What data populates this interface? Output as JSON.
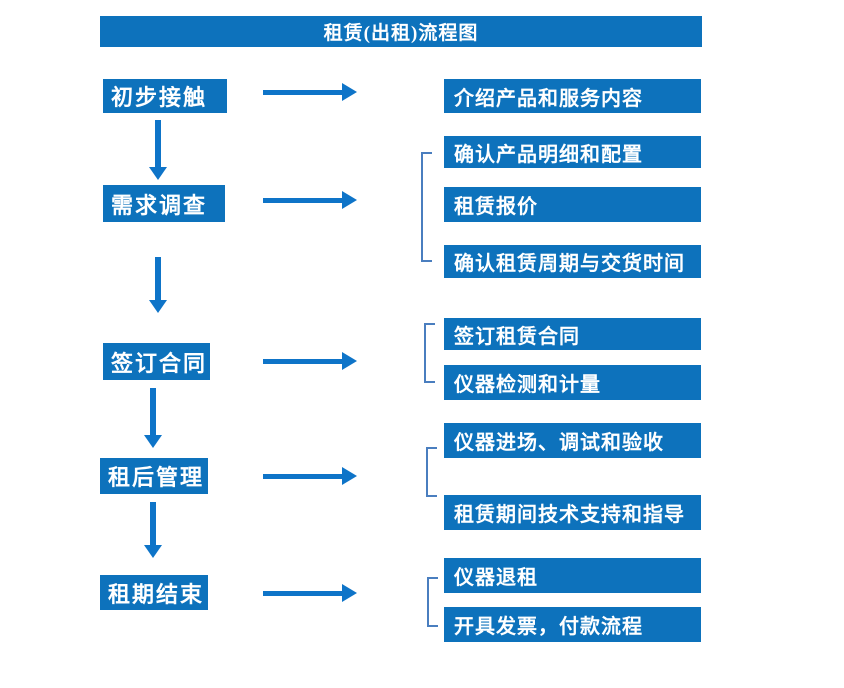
{
  "title": "租赁(出租)流程图",
  "colors": {
    "primary_blue": "#0d72bc",
    "arrow_blue": "#0e74c8",
    "bracket_blue": "#4a7ebf",
    "text_white": "#ffffff",
    "background": "#ffffff"
  },
  "flow": {
    "steps": [
      {
        "label": "初步接触",
        "details": [
          "介绍产品和服务内容"
        ]
      },
      {
        "label": "需求调查",
        "details": [
          "确认产品明细和配置",
          "租赁报价",
          "确认租赁周期与交货时间"
        ]
      },
      {
        "label": "签订合同",
        "details": [
          "签订租赁合同",
          "仪器检测和计量"
        ]
      },
      {
        "label": "租后管理",
        "details": [
          "仪器进场、调试和验收",
          "租赁期间技术支持和指导"
        ]
      },
      {
        "label": "租期结束",
        "details": [
          "仪器退租",
          "开具发票，付款流程"
        ]
      }
    ]
  }
}
